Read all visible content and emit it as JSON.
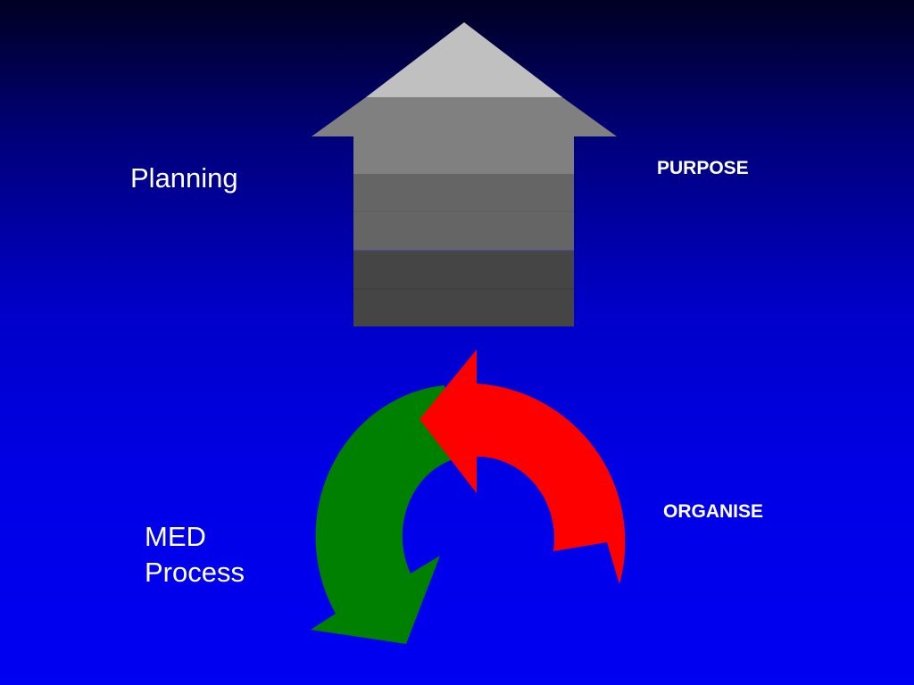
{
  "labels": {
    "planning": "Planning",
    "purpose": "PURPOSE",
    "organise": "ORGANISE",
    "med_process_line1": "MED",
    "med_process_line2": "Process"
  },
  "colors": {
    "arrow_tip": "#c0c0c0",
    "arrow_band_1": "#808080",
    "arrow_band_2": "#656565",
    "arrow_band_3": "#454545",
    "cycle_red": "#ff0000",
    "cycle_green": "#008000",
    "text": "#ffffff"
  },
  "icons": {
    "house_arrow": "up-arrow-icon",
    "cycle": "cycle-arrows-icon"
  }
}
